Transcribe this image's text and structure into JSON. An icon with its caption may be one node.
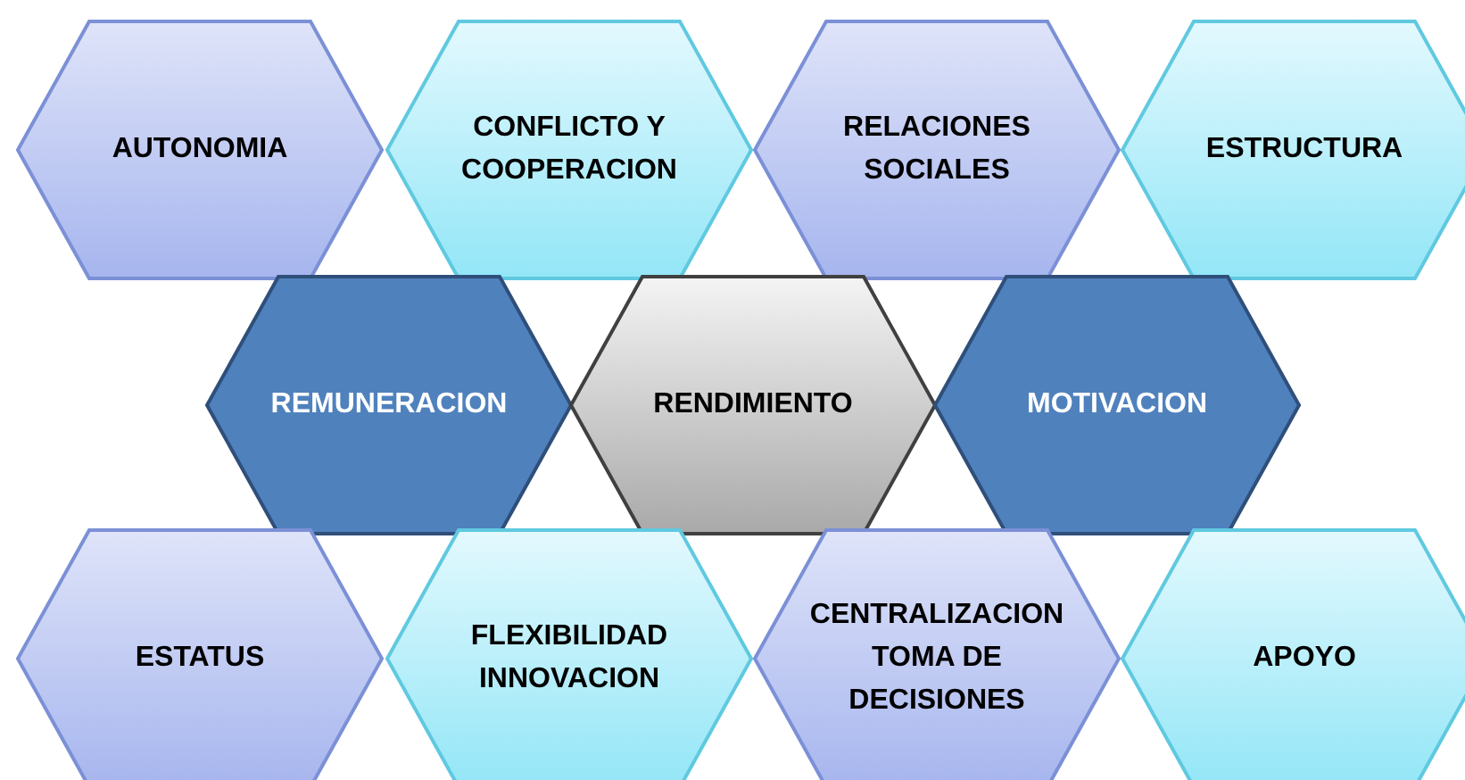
{
  "diagram": {
    "nodes": [
      {
        "text": [
          "AUTONOMIA"
        ]
      },
      {
        "text": [
          "CONFLICTO Y COOPERACION"
        ]
      },
      {
        "text": [
          "RELACIONES SOCIALES"
        ]
      },
      {
        "text": [
          "ESTRUCTURA"
        ]
      },
      {
        "text": [
          "REMUNERACION"
        ]
      },
      {
        "text": [
          "RENDIMIENTO"
        ]
      },
      {
        "text": [
          "MOTIVACION"
        ]
      },
      {
        "text": [
          "ESTATUS"
        ]
      },
      {
        "text": [
          "FLEXIBILIDAD INNOVACION"
        ]
      },
      {
        "text": [
          "CENTRALIZACION TOMA DE DECISIONES"
        ]
      },
      {
        "text": [
          "APOYO"
        ]
      }
    ]
  }
}
